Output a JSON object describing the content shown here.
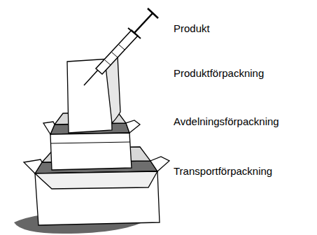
{
  "diagram": {
    "labels": [
      "Produkt",
      "Produktförpackning",
      "Avdelningsförpackning",
      "Transportförpackning"
    ]
  }
}
